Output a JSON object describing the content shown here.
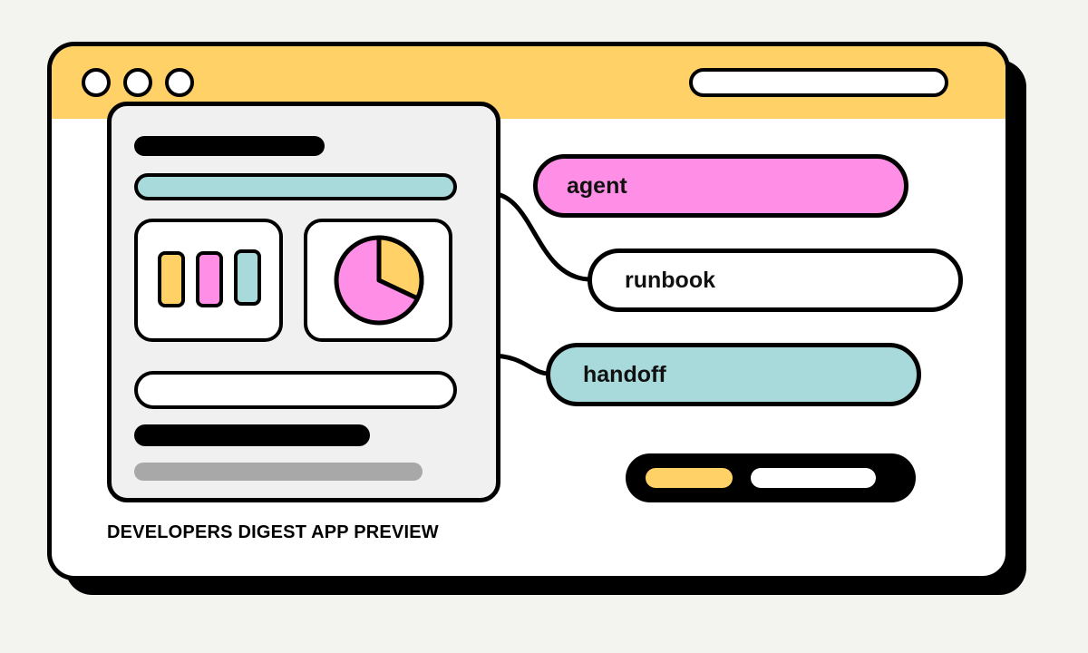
{
  "window": {
    "colors": {
      "titlebar": "#ffd166",
      "border": "#000000",
      "background": "#ffffff"
    }
  },
  "tags": [
    {
      "label": "agent",
      "color": "#ff8fe6"
    },
    {
      "label": "runbook",
      "color": "#ffffff"
    },
    {
      "label": "handoff",
      "color": "#a8dadc"
    }
  ],
  "preview": {
    "caption": "DEVELOPERS DIGEST APP PREVIEW",
    "bar_colors": [
      "#ffd166",
      "#ff8fe6",
      "#a8dadc"
    ],
    "pie": {
      "slices": [
        {
          "color": "#ffd166",
          "fraction": 0.32
        },
        {
          "color": "#ff8fe6",
          "fraction": 0.68
        }
      ]
    }
  },
  "icons": {
    "pie": "pie-chart-icon",
    "bars": "bar-chart-icon"
  }
}
